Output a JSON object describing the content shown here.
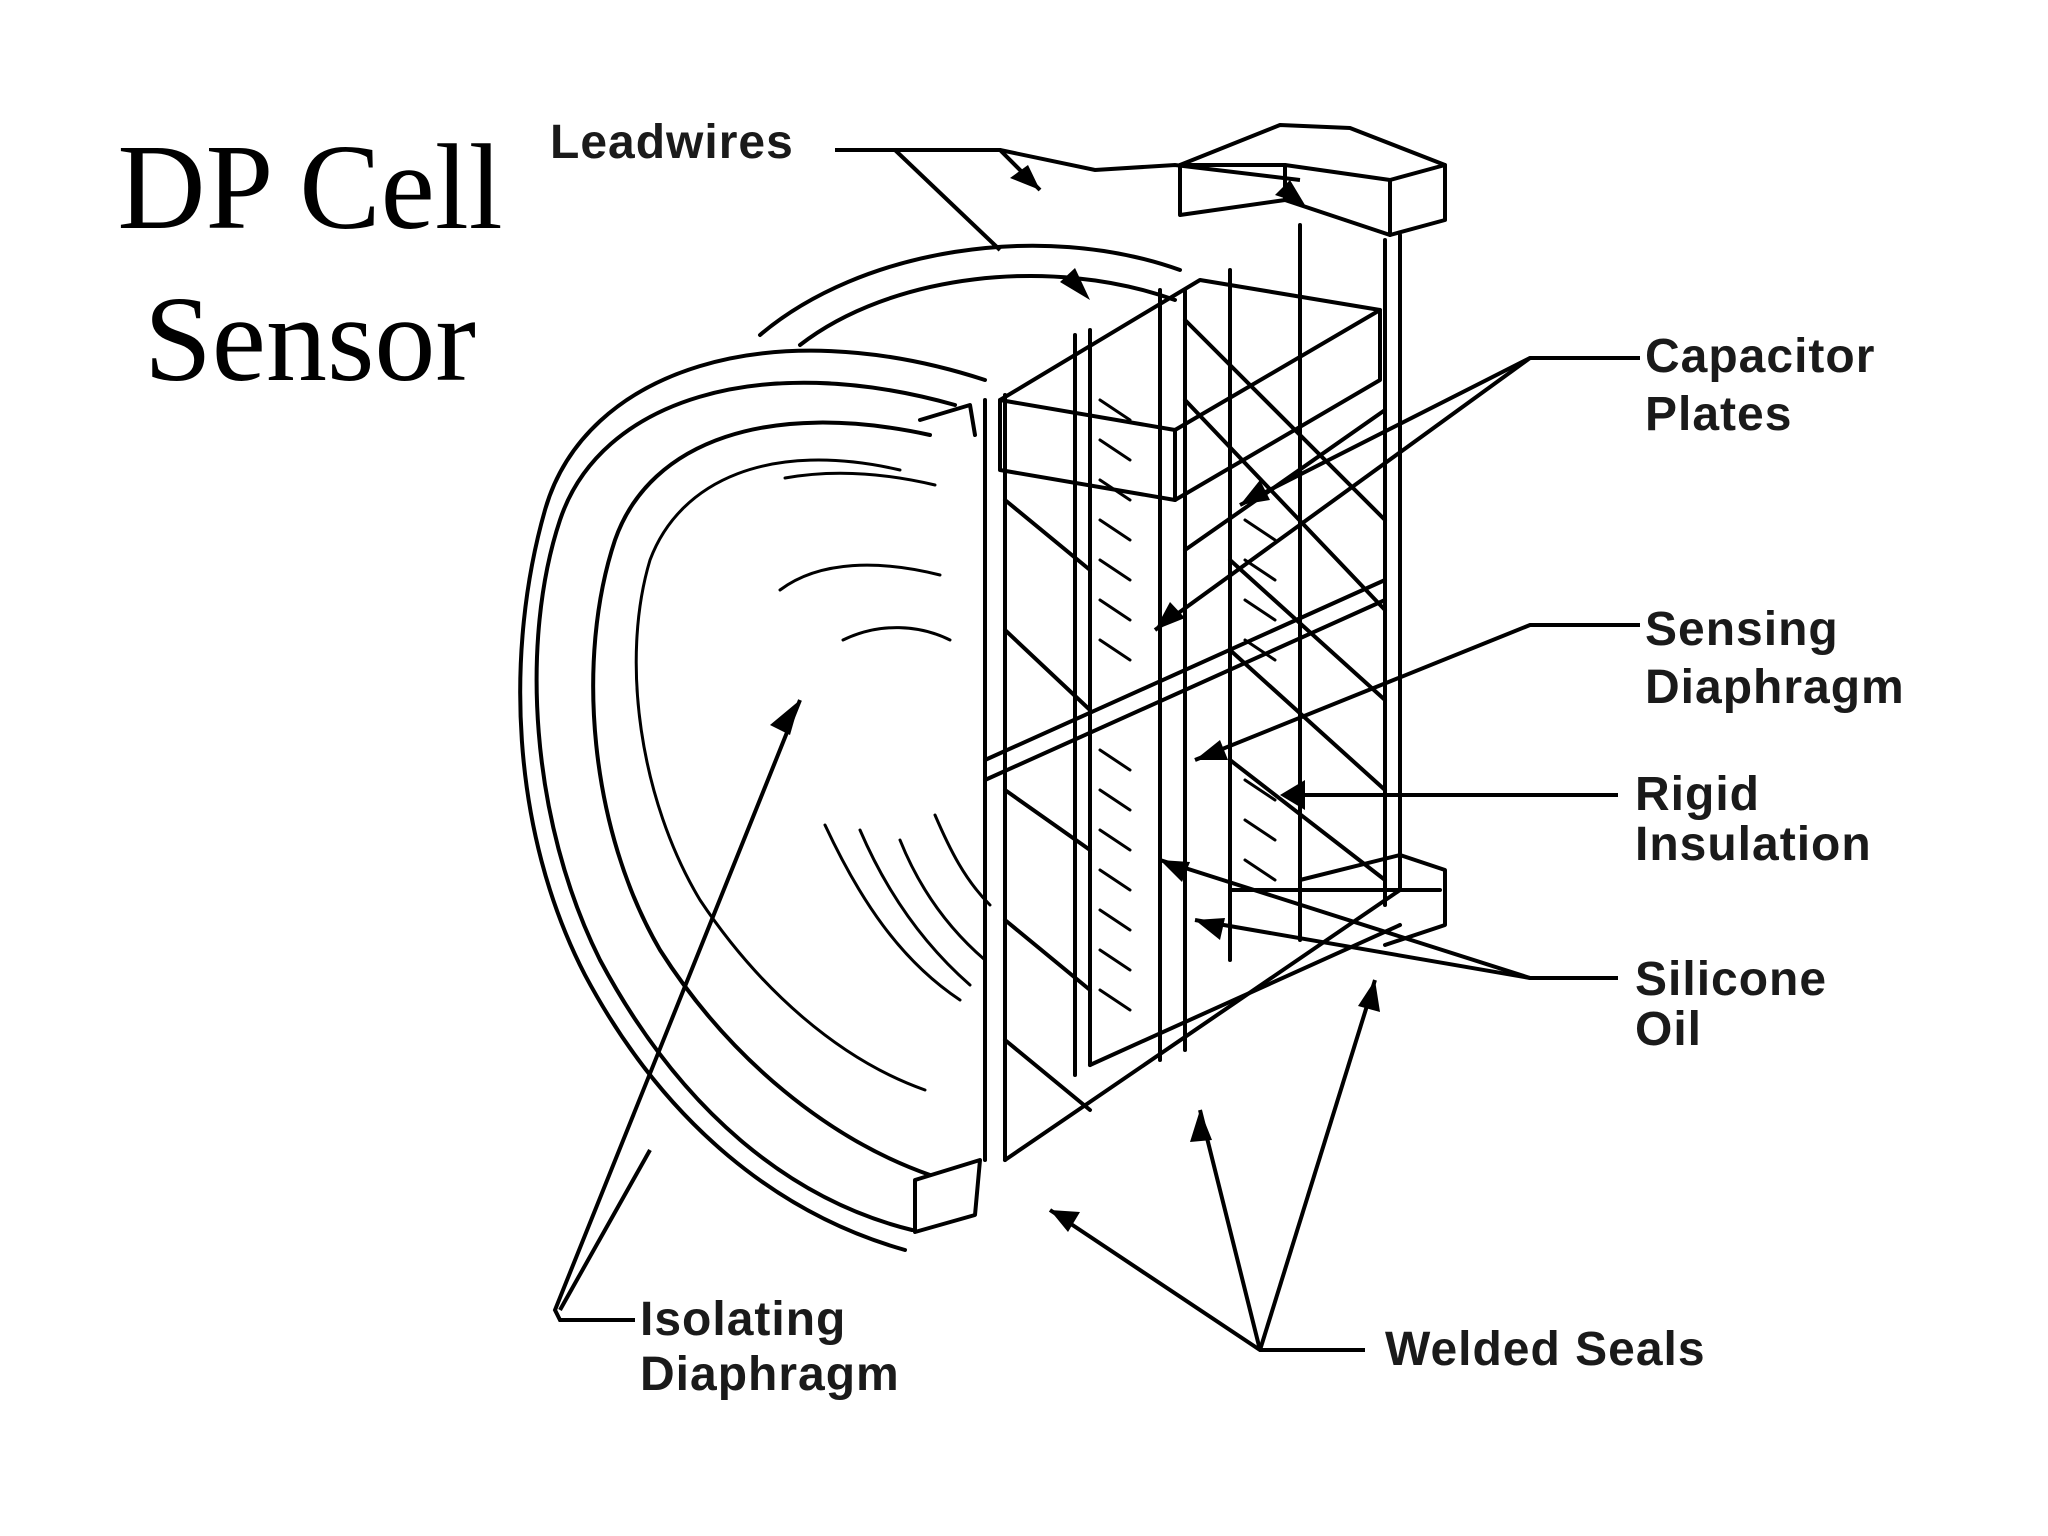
{
  "title": {
    "line1": "DP Cell",
    "line2": "Sensor"
  },
  "labels": {
    "leadwires": "Leadwires",
    "capacitor_plates": [
      "Capacitor",
      "Plates"
    ],
    "sensing_diaphragm": [
      "Sensing",
      "Diaphragm"
    ],
    "rigid_insulation": [
      "Rigid",
      "Insulation"
    ],
    "silicone_oil": [
      "Silicone",
      "Oil"
    ],
    "isolating_diaphragm": [
      "Isolating",
      "Diaphragm"
    ],
    "welded_seals": "Welded Seals"
  }
}
